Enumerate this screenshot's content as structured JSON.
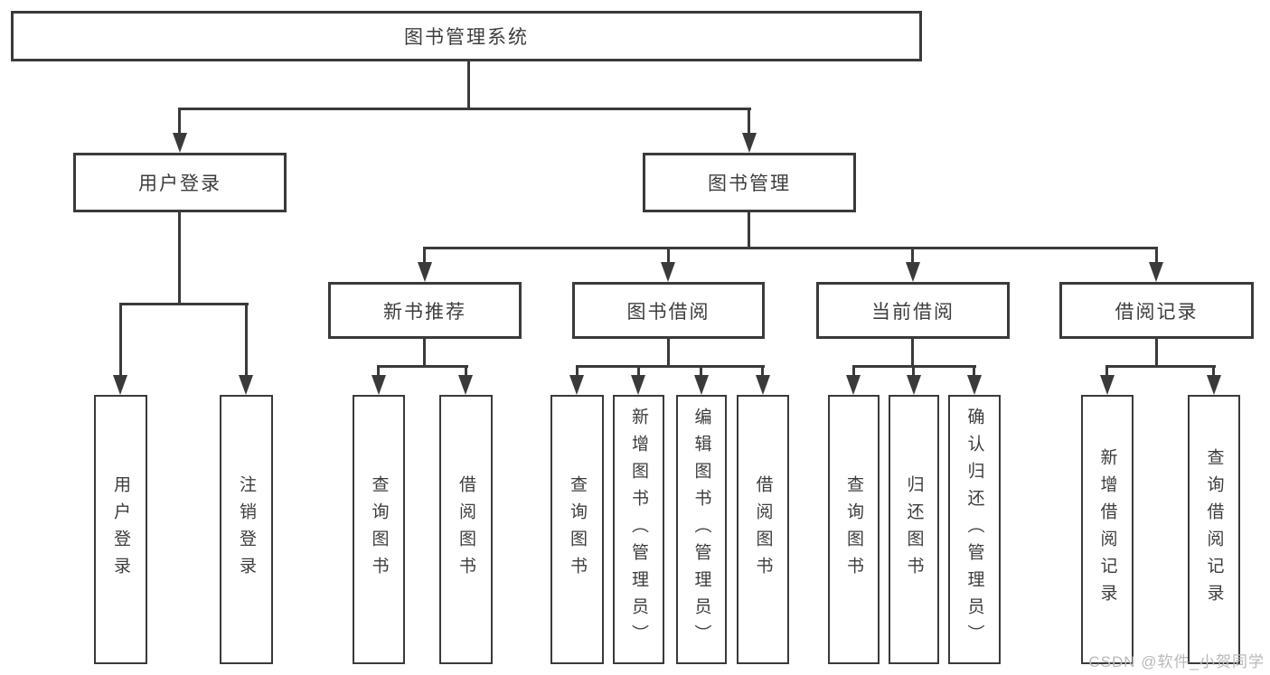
{
  "diagram": {
    "title": "图书管理系统",
    "type": "tree-structure-chart",
    "nodes": {
      "root": "图书管理系统",
      "level2": [
        "用户登录",
        "图书管理"
      ],
      "level3": [
        "新书推荐",
        "图书借阅",
        "当前借阅",
        "借阅记录"
      ],
      "level4": [
        "用户登录",
        "注销登录",
        "查询图书",
        "借阅图书",
        "查询图书",
        "新增图书（管理员）",
        "编辑图书（管理员）",
        "借阅图书",
        "查询图书",
        "归还图书",
        "确认归还（管理员）",
        "新增借阅记录",
        "查询借阅记录"
      ]
    },
    "hierarchy": {
      "图书管理系统": [
        "用户登录",
        "图书管理"
      ],
      "用户登录": [
        "用户登录",
        "注销登录"
      ],
      "图书管理": [
        "新书推荐",
        "图书借阅",
        "当前借阅",
        "借阅记录"
      ],
      "新书推荐": [
        "查询图书",
        "借阅图书"
      ],
      "图书借阅": [
        "查询图书",
        "新增图书（管理员）",
        "编辑图书（管理员）",
        "借阅图书"
      ],
      "当前借阅": [
        "查询图书",
        "归还图书",
        "确认归还（管理员）"
      ],
      "借阅记录": [
        "新增借阅记录",
        "查询借阅记录"
      ]
    },
    "colors": {
      "line": "#3a3a3a",
      "text": "#3d3d3d",
      "background": "#ffffff",
      "watermark_text_color": "#b9b9b9"
    }
  },
  "watermark": "CSDN @软件_小贺同学"
}
